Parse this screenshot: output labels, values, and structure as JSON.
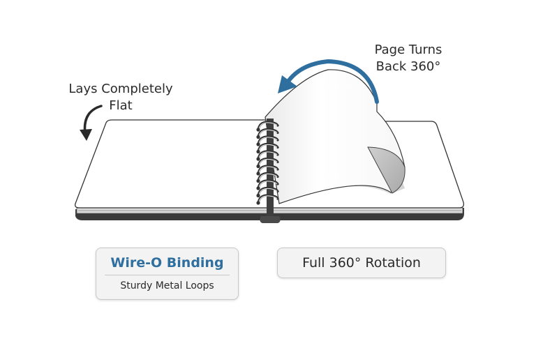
{
  "labels": {
    "lays_flat": [
      "Lays Completely",
      "Flat"
    ],
    "page_turns": [
      "Page Turns",
      "Back 360°"
    ]
  },
  "cards": {
    "binding": {
      "title": "Wire-O Binding",
      "subtitle": "Sturdy Metal Loops"
    },
    "rotation": {
      "title": "Full 360° Rotation"
    }
  },
  "colors": {
    "accent_blue": "#2f6f9f",
    "text_dark": "#2a2a2a",
    "card_bg": "#f3f3f3",
    "binding_dark": "#3a3a3a"
  },
  "icons": {
    "flat_arrow": "curved-arrow-down-icon",
    "turn_arrow": "curved-arrow-left-icon"
  },
  "binding_loop_count": 11
}
